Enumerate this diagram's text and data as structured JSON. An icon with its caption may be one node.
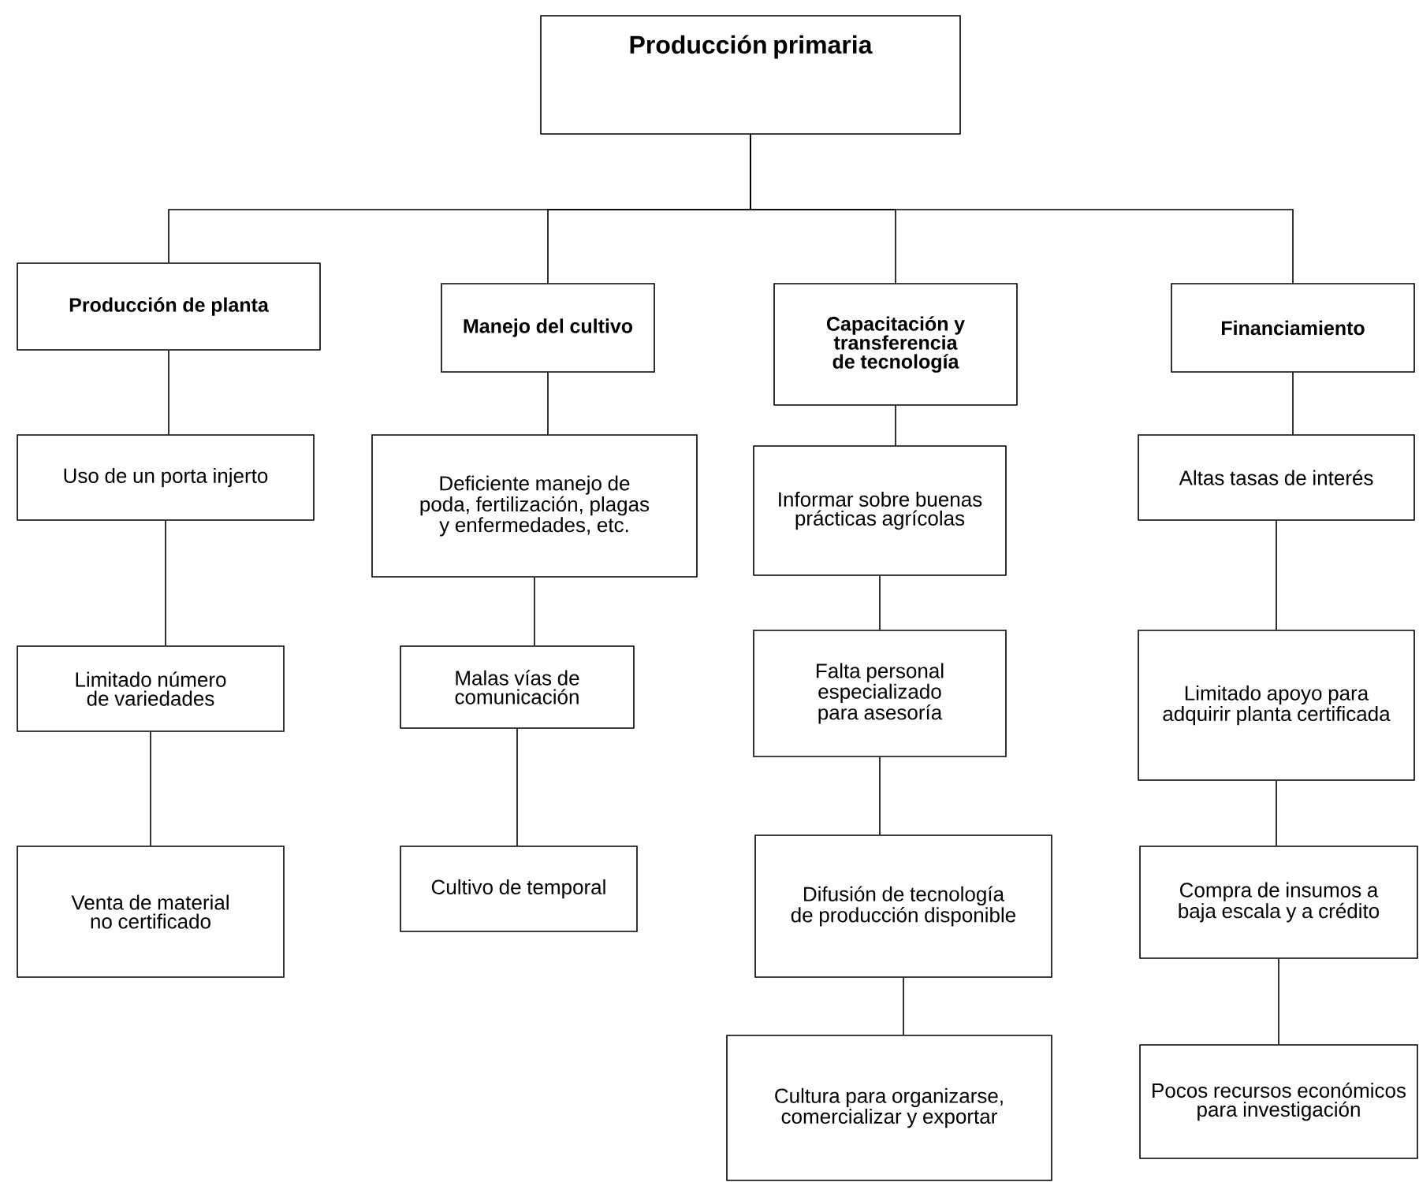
{
  "diagram": {
    "nodes": [
      {
        "text": [
          "Producción primaria"
        ]
      },
      {
        "text": [
          "Producción de planta"
        ]
      },
      {
        "text": [
          "Manejo del cultivo"
        ]
      },
      {
        "text": [
          "Capacitación y transferencia de tecnología"
        ]
      },
      {
        "text": [
          "Financiamiento"
        ]
      },
      {
        "text": [
          "Uso de un porta injerto"
        ]
      },
      {
        "text": [
          "Limitado número de variedades"
        ]
      },
      {
        "text": [
          "Venta de material no certificado"
        ]
      },
      {
        "text": [
          "Deficiente manejo de poda, fertilización, plagas y enfermedades, etc."
        ]
      },
      {
        "text": [
          "Malas vías de comunicación"
        ]
      },
      {
        "text": [
          "Cultivo de temporal"
        ]
      },
      {
        "text": [
          "Informar sobre buenas prácticas agrícolas"
        ]
      },
      {
        "text": [
          "Falta personal especializado para asesoría"
        ]
      },
      {
        "text": [
          "Difusión de tecnología de producción disponible"
        ]
      },
      {
        "text": [
          "Cultura para organizarse, comercializar y exportar"
        ]
      },
      {
        "text": [
          "Altas tasas de interés"
        ]
      },
      {
        "text": [
          "Limitado apoyo para adquirir planta certificada"
        ]
      },
      {
        "text": [
          "Compra de insumos a baja escala y a crédito"
        ]
      },
      {
        "text": [
          "Pocos recursos económicos para investigación"
        ]
      }
    ],
    "edges": [
      {
        "from": 0,
        "to": 1,
        "arrow": "none"
      },
      {
        "from": 0,
        "to": 2,
        "arrow": "none"
      },
      {
        "from": 0,
        "to": 3,
        "arrow": "none"
      },
      {
        "from": 0,
        "to": 4,
        "arrow": "none"
      },
      {
        "from": 1,
        "to": 5,
        "arrow": "none"
      },
      {
        "from": 5,
        "to": 6,
        "arrow": "none"
      },
      {
        "from": 6,
        "to": 7,
        "arrow": "none"
      },
      {
        "from": 2,
        "to": 8,
        "arrow": "none"
      },
      {
        "from": 8,
        "to": 9,
        "arrow": "none"
      },
      {
        "from": 9,
        "to": 10,
        "arrow": "none"
      },
      {
        "from": 3,
        "to": 11,
        "arrow": "none"
      },
      {
        "from": 11,
        "to": 12,
        "arrow": "none"
      },
      {
        "from": 12,
        "to": 13,
        "arrow": "none"
      },
      {
        "from": 13,
        "to": 14,
        "arrow": "none"
      },
      {
        "from": 4,
        "to": 15,
        "arrow": "none"
      },
      {
        "from": 15,
        "to": 16,
        "arrow": "none"
      },
      {
        "from": 16,
        "to": 17,
        "arrow": "none"
      },
      {
        "from": 17,
        "to": 18,
        "arrow": "none"
      }
    ]
  }
}
